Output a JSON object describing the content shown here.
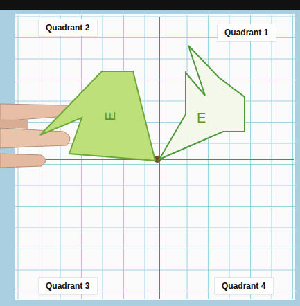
{
  "diagram": {
    "nodes": [
      {
        "text": [
          "Quadrant 2"
        ]
      },
      {
        "text": [
          "Quadrant 1"
        ]
      },
      {
        "text": [
          "E"
        ]
      },
      {
        "text": [
          "E"
        ]
      },
      {
        "text": [
          "Quadrant 3"
        ]
      },
      {
        "text": [
          "Quadrant 4"
        ]
      }
    ]
  }
}
